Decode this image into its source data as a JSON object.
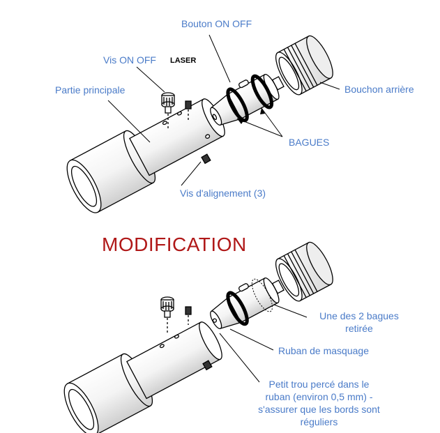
{
  "top": {
    "bouton_on_off": "Bouton ON OFF",
    "vis_on_off": "Vis ON OFF",
    "laser": "LASER",
    "partie_principale": "Partie principale",
    "bouchon_arriere": "Bouchon arrière",
    "bagues": "BAGUES",
    "vis_alignement": "Vis d'alignement (3)"
  },
  "modification_title": "MODIFICATION",
  "bottom": {
    "bague_retiree_line1": "Une des 2 bagues",
    "bague_retiree_line2": "retirée",
    "ruban": "Ruban de masquage",
    "trou_line1": "Petit trou percé dans le",
    "trou_line2": "ruban (environ 0,5 mm) -",
    "trou_line3": "s'assurer que les bords sont",
    "trou_line4": "réguliers"
  },
  "colors": {
    "label": "#4a7bc8",
    "title": "#b01818",
    "ink": "#000000"
  }
}
